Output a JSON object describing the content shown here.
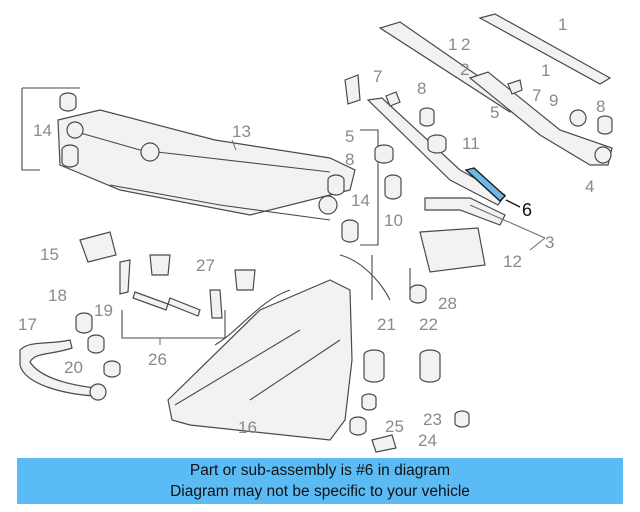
{
  "diagram": {
    "callouts": {
      "c1": "1",
      "c2a": "2",
      "c2b": "2",
      "c12a": "1",
      "c1b": "1",
      "c3": "3",
      "c4": "4",
      "c5a": "5",
      "c5b": "5",
      "c6": "6",
      "c7a": "7",
      "c7b": "7",
      "c8a": "8",
      "c8b": "8",
      "c8c": "8",
      "c9": "9",
      "c10": "10",
      "c11": "11",
      "c12": "12",
      "c13": "13",
      "c14a": "14",
      "c14b": "14",
      "c15": "15",
      "c16": "16",
      "c17": "17",
      "c18": "18",
      "c19": "19",
      "c20": "20",
      "c21": "21",
      "c22": "22",
      "c23": "23",
      "c24": "24",
      "c25": "25",
      "c26": "26",
      "c27": "27",
      "c28": "28"
    },
    "highlight_color": "#6fb7e6"
  },
  "banner": {
    "line1": "Part or sub-assembly is #6 in diagram",
    "line2": "Diagram may not be specific to your vehicle",
    "background": "#5bbcf5"
  }
}
